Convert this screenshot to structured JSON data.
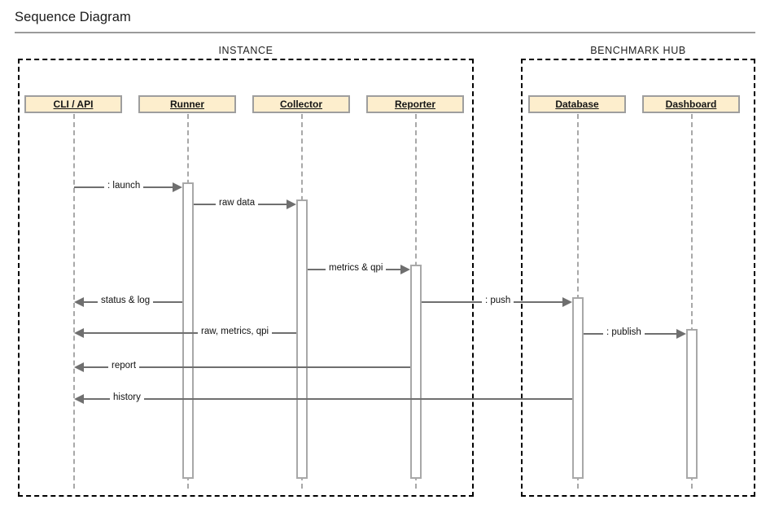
{
  "page": {
    "title": "Sequence Diagram"
  },
  "groups": [
    {
      "name": "instance",
      "label": "INSTANCE"
    },
    {
      "name": "benchmark-hub",
      "label": "BENCHMARK HUB"
    }
  ],
  "participants": [
    {
      "name": "cli-api",
      "label": "CLI / API"
    },
    {
      "name": "runner",
      "label": "Runner"
    },
    {
      "name": "collector",
      "label": "Collector"
    },
    {
      "name": "reporter",
      "label": "Reporter"
    },
    {
      "name": "database",
      "label": "Database"
    },
    {
      "name": "dashboard",
      "label": "Dashboard"
    }
  ],
  "messages": [
    {
      "name": "launch",
      "label": ": launch",
      "from": "cli-api",
      "to": "runner",
      "direction": "right"
    },
    {
      "name": "raw-data",
      "label": "raw data",
      "from": "runner",
      "to": "collector",
      "direction": "right"
    },
    {
      "name": "metrics-qpi",
      "label": "metrics & qpi",
      "from": "collector",
      "to": "reporter",
      "direction": "right"
    },
    {
      "name": "status-log",
      "label": "status & log",
      "from": "runner",
      "to": "cli-api",
      "direction": "left"
    },
    {
      "name": "push",
      "label": ": push",
      "from": "reporter",
      "to": "database",
      "direction": "right"
    },
    {
      "name": "raw-metrics-qpi",
      "label": "raw, metrics, qpi",
      "from": "collector",
      "to": "cli-api",
      "direction": "left"
    },
    {
      "name": "publish",
      "label": ": publish",
      "from": "database",
      "to": "dashboard",
      "direction": "right"
    },
    {
      "name": "report",
      "label": "report",
      "from": "reporter",
      "to": "cli-api",
      "direction": "left"
    },
    {
      "name": "history",
      "label": "history",
      "from": "database",
      "to": "cli-api",
      "direction": "left"
    }
  ],
  "colors": {
    "participant_fill": "#fdeecd",
    "participant_border": "#9e9e9e",
    "lifeline": "#a8a8a8",
    "message": "#6f6f6f",
    "frame": "#000000",
    "rule": "#9a9a9a"
  }
}
